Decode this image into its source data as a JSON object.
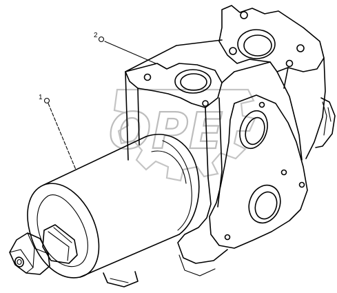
{
  "callouts": [
    {
      "id": "callout-2",
      "label": "2"
    },
    {
      "id": "callout-1",
      "label": "1"
    }
  ],
  "watermark": {
    "text": "OPE",
    "icon": "gear-logo"
  }
}
